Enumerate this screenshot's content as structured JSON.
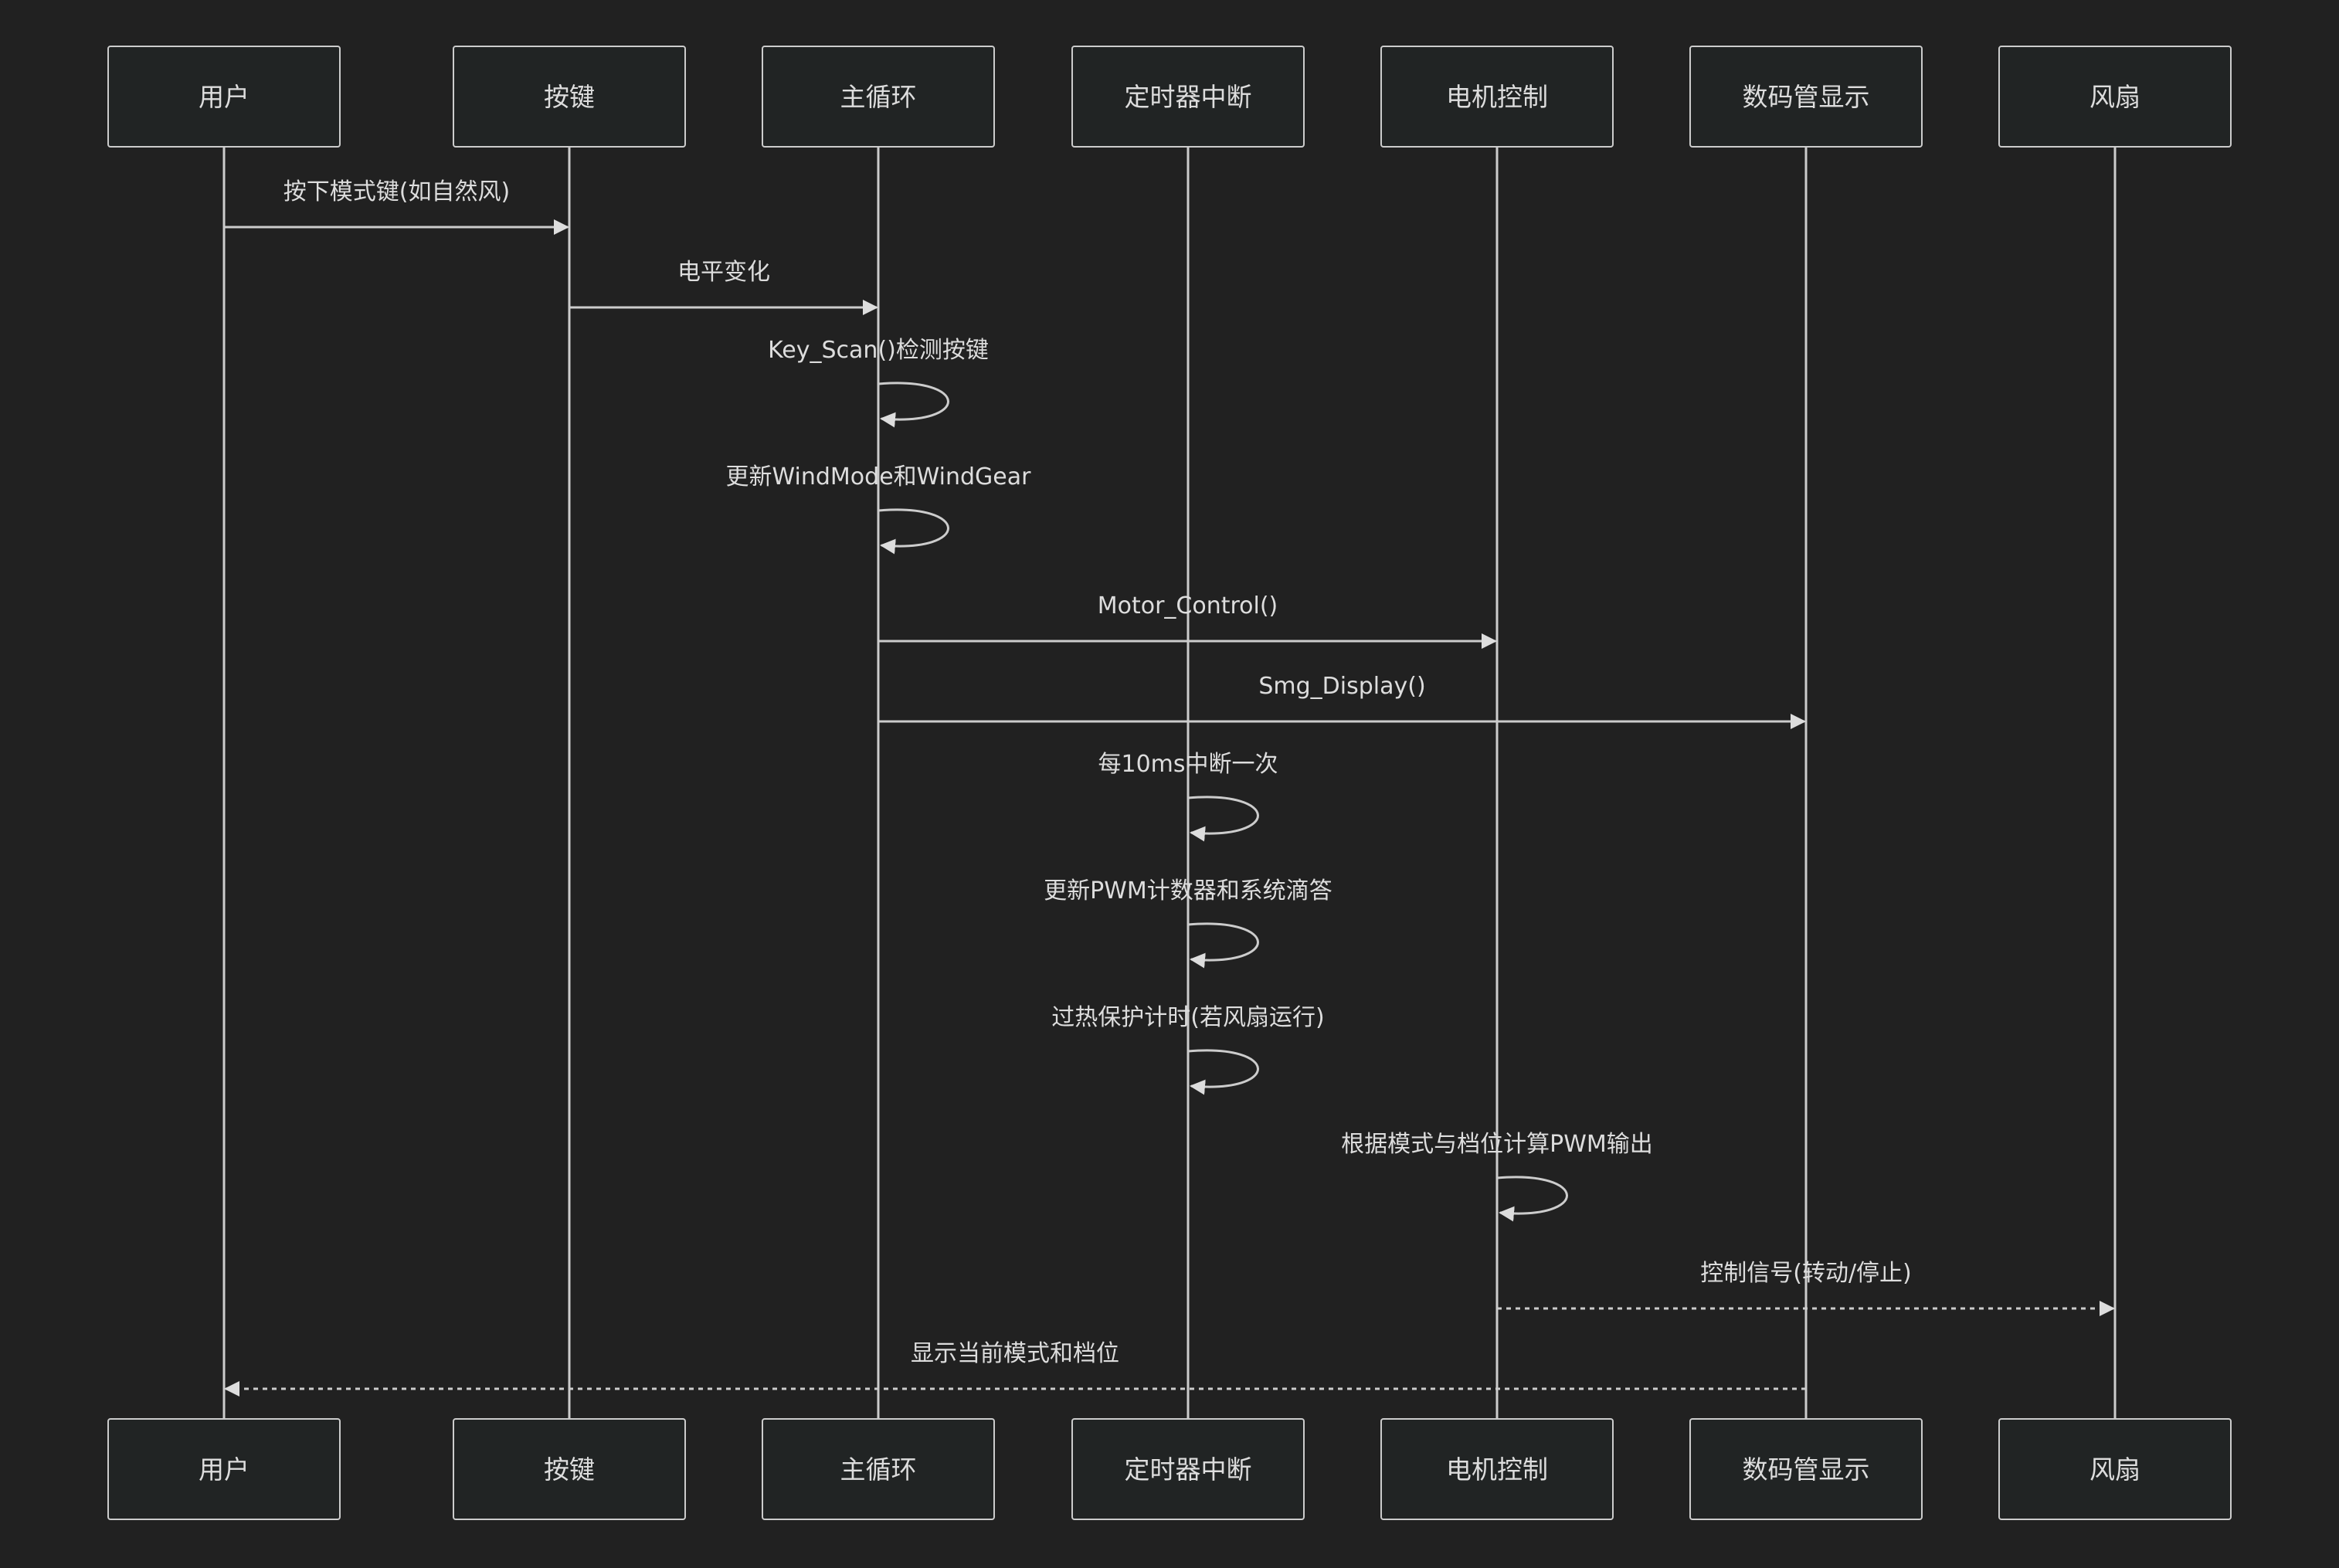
{
  "theme": {
    "background": "#212121",
    "box_fill": "#212424",
    "line_color": "#cccccc",
    "text_color": "#dddddd"
  },
  "participants": [
    {
      "id": "user",
      "label": "用户"
    },
    {
      "id": "key",
      "label": "按键"
    },
    {
      "id": "mainloop",
      "label": "主循环"
    },
    {
      "id": "timer",
      "label": "定时器中断"
    },
    {
      "id": "motor",
      "label": "电机控制"
    },
    {
      "id": "smg",
      "label": "数码管显示"
    },
    {
      "id": "fan",
      "label": "风扇"
    }
  ],
  "messages": [
    {
      "from": 0,
      "to": 1,
      "label": "按下模式键(如自然风)",
      "style": "solid"
    },
    {
      "from": 1,
      "to": 2,
      "label": "电平变化",
      "style": "solid"
    },
    {
      "from": 2,
      "to": 2,
      "label": "Key_Scan()检测按键",
      "style": "solid"
    },
    {
      "from": 2,
      "to": 2,
      "label": "更新WindMode和WindGear",
      "style": "solid"
    },
    {
      "from": 2,
      "to": 4,
      "label": "Motor_Control()",
      "style": "solid"
    },
    {
      "from": 2,
      "to": 5,
      "label": "Smg_Display()",
      "style": "solid"
    },
    {
      "from": 3,
      "to": 3,
      "label": "每10ms中断一次",
      "style": "solid"
    },
    {
      "from": 3,
      "to": 3,
      "label": "更新PWM计数器和系统滴答",
      "style": "solid"
    },
    {
      "from": 3,
      "to": 3,
      "label": "过热保护计时(若风扇运行)",
      "style": "solid"
    },
    {
      "from": 4,
      "to": 4,
      "label": "根据模式与档位计算PWM输出",
      "style": "solid"
    },
    {
      "from": 4,
      "to": 6,
      "label": "控制信号(转动/停止)",
      "style": "dashed"
    },
    {
      "from": 5,
      "to": 0,
      "label": "显示当前模式和档位",
      "style": "dashed"
    }
  ]
}
